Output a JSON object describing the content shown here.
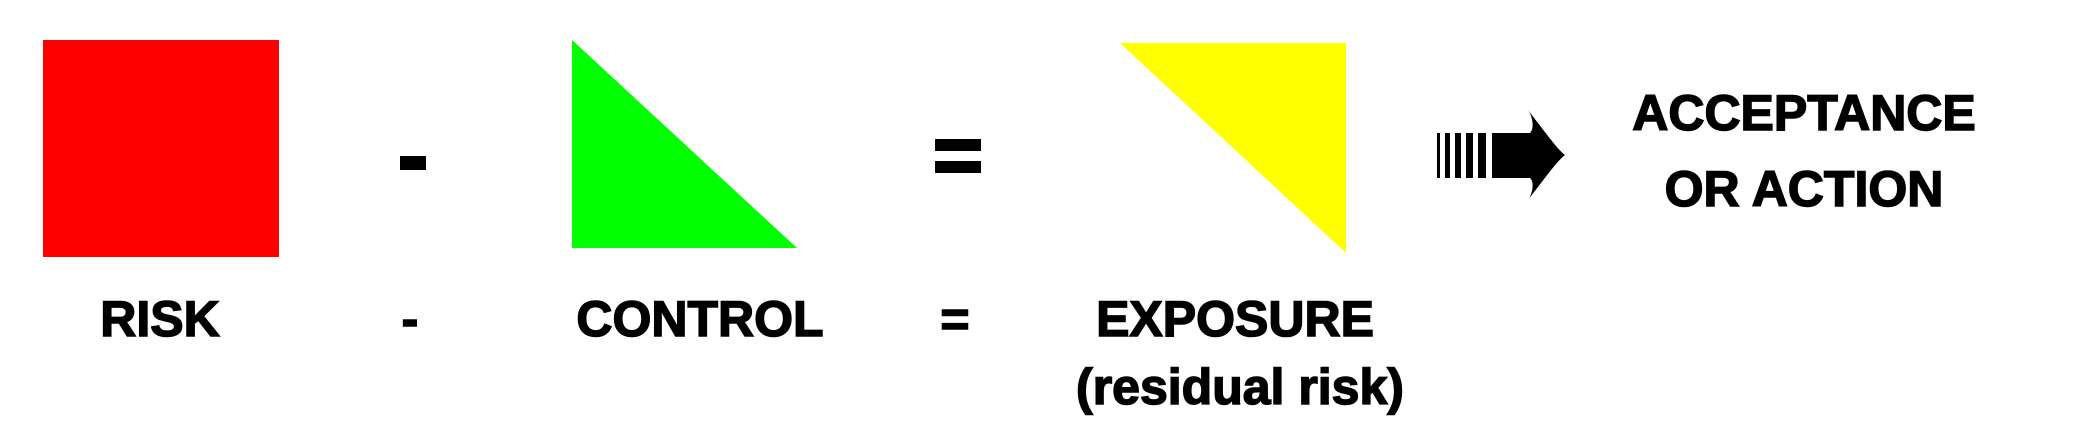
{
  "labels": {
    "risk": "RISK",
    "minus": "-",
    "control": "CONTROL",
    "equals": "=",
    "exposure": "EXPOSURE",
    "residual": "(residual risk)",
    "acceptance_line1": "ACCEPTANCE",
    "acceptance_line2": "OR ACTION"
  },
  "shapes": {
    "risk_square": {
      "kind": "square",
      "color": "#ff0000"
    },
    "control_triangle": {
      "kind": "right-triangle",
      "color": "#00ff00"
    },
    "exposure_triangle": {
      "kind": "right-triangle",
      "color": "#ffff00"
    }
  },
  "icons": {
    "arrow": "dashed-right-arrow-icon"
  }
}
